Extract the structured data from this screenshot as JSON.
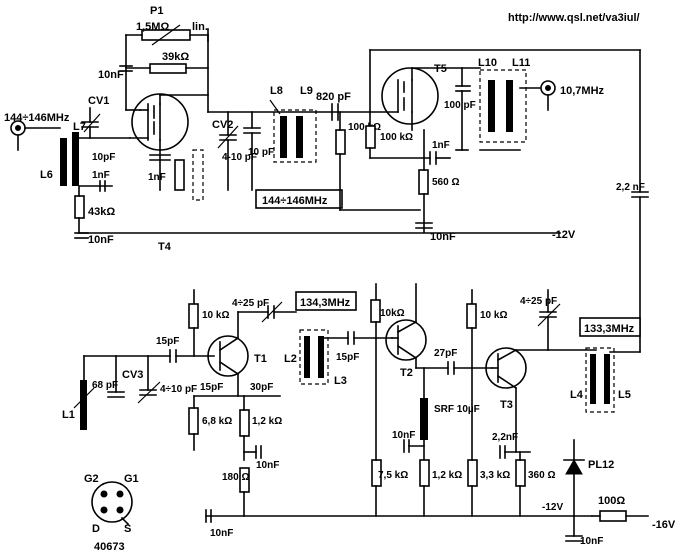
{
  "source_url": "http://www.qsl.net/va3iul/",
  "inputs": {
    "rf_in": "144÷146MHz",
    "if_out": "10,7MHz"
  },
  "supplies": {
    "v12_top": "-12V",
    "v12_bottom": "-12V",
    "v16": "-16V"
  },
  "tuning_boxes": {
    "box_144": "144÷146MHz",
    "box_1343": "134,3MHz",
    "box_1333": "133,3MHz"
  },
  "pot": {
    "name": "P1",
    "value": "1,5MΩ",
    "taper": "lin."
  },
  "transistors": {
    "t1": "T1",
    "t2": "T2",
    "t3": "T3",
    "t4": "T4",
    "t5": "T5"
  },
  "mosfet_package": {
    "g2": "G2",
    "g1": "G1",
    "d": "D",
    "s": "S",
    "part": "40673"
  },
  "diode": "PL12",
  "inductors": {
    "l1": "L1",
    "l2": "L2",
    "l3": "L3",
    "l4": "L4",
    "l5": "L5",
    "l6": "L6",
    "l7": "L7",
    "l8": "L8",
    "l9": "L9",
    "l10": "L10",
    "l11": "L11"
  },
  "cap_names": {
    "cv1": "CV1",
    "cv2": "CV2",
    "cv3": "CV3"
  },
  "components": {
    "c_10nF_top": "10nF",
    "r_39k": "39kΩ",
    "c_10pF_in": "10pF",
    "c_1nF_in": "1nF",
    "r_43k": "43kΩ",
    "c_10nF_in": "10nF",
    "c_1nF_src": "1nF",
    "cv2_range": "4-10 pF",
    "c_10pF_tank": "10 pF",
    "c_820pF": "820 pF",
    "r_100k_a": "100 kΩ",
    "r_100k_b": "100 kΩ",
    "c_100pF": "100 pF",
    "c_1nF_t5": "1nF",
    "r_560": "560 Ω",
    "c_10nF_t5": "10nF",
    "c_22nF": "2,2 nF",
    "r_10k_t1": "10 kΩ",
    "c_4_25_a": "4÷25 pF",
    "c_15pF_a": "15pF",
    "c_68pF": "68 pF",
    "cv3_range": "4÷10 pF",
    "c_15pF_b": "15pF",
    "c_30pF": "30pF",
    "r_68k": "6,8 kΩ",
    "r_12k_a": "1,2 kΩ",
    "c_10nF_t1": "10nF",
    "r_180": "180 Ω",
    "c_15pF_c": "15pF",
    "r_10k_t2": "10kΩ",
    "c_27pF": "27pF",
    "srf": "SRF 10µF",
    "c_10nF_srf": "10nF",
    "r_75k": "7,5 kΩ",
    "r_12k_b": "1,2 kΩ",
    "r_10k_t3": "10 kΩ",
    "c_4_25_b": "4÷25 pF",
    "c_22nF_t3": "2,2nF",
    "r_33k": "3,3 kΩ",
    "r_360": "360 Ω",
    "r_100": "100Ω",
    "c_10nF_bl": "10nF",
    "c_10nF_br": "10nF"
  }
}
